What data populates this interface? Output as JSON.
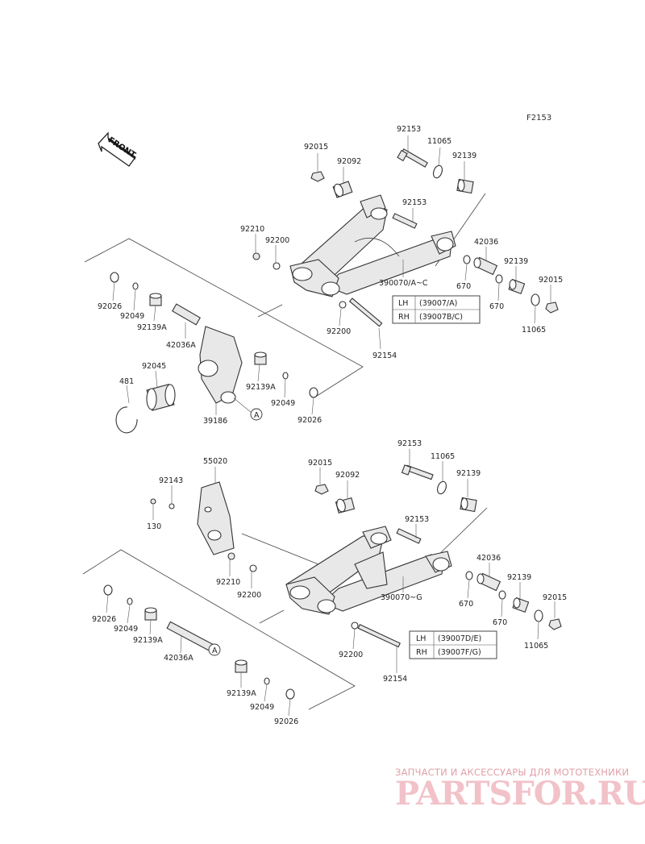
{
  "diagram_code": "F2153",
  "front_label": "FRONT",
  "upper": {
    "labels": [
      "92153",
      "11065",
      "92139",
      "92015",
      "92092",
      "92153",
      "92210",
      "92200",
      "42036",
      "92139",
      "92015",
      "390070/A~C",
      "670",
      "670",
      "11065",
      "92026",
      "92049",
      "92139A",
      "42036A",
      "92200",
      "92154",
      "92045",
      "481",
      "92139A",
      "92049",
      "39186",
      "92026",
      "A"
    ],
    "table": [
      [
        "LH",
        "(39007/A)"
      ],
      [
        "RH",
        "(39007B/C)"
      ]
    ]
  },
  "lower": {
    "labels": [
      "92153",
      "11065",
      "55020",
      "92015",
      "92092",
      "92139",
      "92143",
      "130",
      "92153",
      "92210",
      "92200",
      "42036",
      "92139",
      "92015",
      "390070~G",
      "670",
      "670",
      "11065",
      "92026",
      "92049",
      "92139A",
      "42036A",
      "A",
      "92139A",
      "92049",
      "92026",
      "92200",
      "92154"
    ],
    "table": [
      [
        "LH",
        "(39007D/E)"
      ],
      [
        "RH",
        "(39007F/G)"
      ]
    ]
  },
  "watermark": {
    "subtitle": "ЗАПЧАСТИ И АКСЕССУАРЫ ДЛЯ МОТОТЕХНИКИ",
    "logo": "PARTSFOR.RU"
  }
}
